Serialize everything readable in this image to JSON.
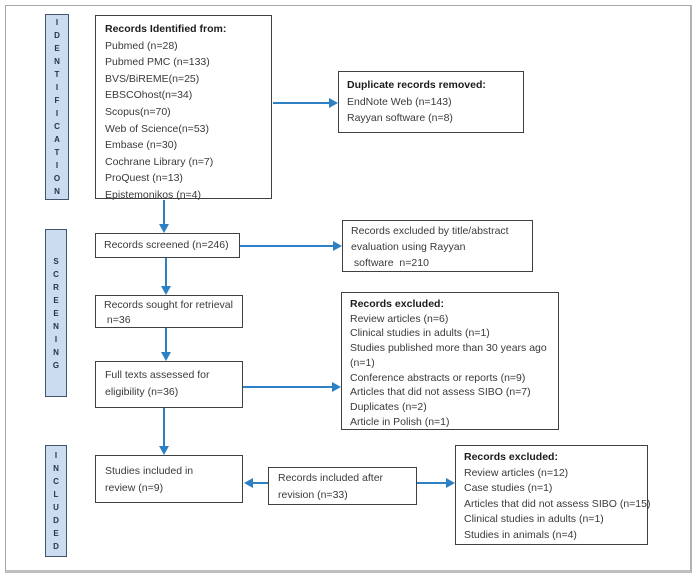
{
  "colors": {
    "arrow_blue": "#2e80c4",
    "sidebar_fill": "#ccdcf0",
    "sidebar_border": "#44546a",
    "box_border": "#404040",
    "frame_border": "#a6a6a6"
  },
  "sidebar": {
    "identification": "IDENTIFICATION",
    "screening": "SCREENING",
    "included": "INCLUDED"
  },
  "boxes": {
    "identified": {
      "title": "Records Identified from:",
      "lines": [
        "Pubmed (n=28)",
        "Pubmed PMC (n=133)",
        "BVS/BiREME(n=25)",
        "EBSCOhost(n=34)",
        "Scopus(n=70)",
        "Web of Science(n=53)",
        "Embase (n=30)",
        "Cochrane Library (n=7)",
        "ProQuest (n=13)",
        "Epistemonikos (n=4)"
      ]
    },
    "duplicates": {
      "title": "Duplicate records removed:",
      "lines": [
        "EndNote Web (n=143)",
        "Rayyan software (n=8)"
      ]
    },
    "screened": {
      "lines": [
        "Records screened (n=246)"
      ]
    },
    "title_abstract": {
      "lines": [
        "Records excluded by title/abstract",
        "evaluation using Rayyan",
        " software  n=210"
      ]
    },
    "sought": {
      "lines": [
        "Records sought for retrieval",
        " n=36"
      ]
    },
    "excluded1": {
      "title": "Records excluded:",
      "lines": [
        "Review articles (n=6)",
        "Clinical studies in adults (n=1)",
        "Studies published more than 30 years ago",
        "(n=1)",
        "Conference abstracts or reports (n=9)",
        "Articles that did not assess SIBO (n=7)",
        "Duplicates (n=2)",
        "Article in Polish (n=1)"
      ]
    },
    "fulltexts": {
      "lines": [
        "Full texts assessed for",
        "eligibility (n=36)"
      ]
    },
    "studies_included": {
      "lines": [
        "Studies included in",
        "review (n=9)"
      ]
    },
    "revision": {
      "lines": [
        "Records included after",
        "revision (n=33)"
      ]
    },
    "excluded2": {
      "title": "Records excluded:",
      "lines": [
        "Review articles (n=12)",
        "Case studies (n=1)",
        "Articles that did not assess SIBO (n=15)",
        "Clinical studies in adults (n=1)",
        "Studies in animals (n=4)"
      ]
    }
  }
}
